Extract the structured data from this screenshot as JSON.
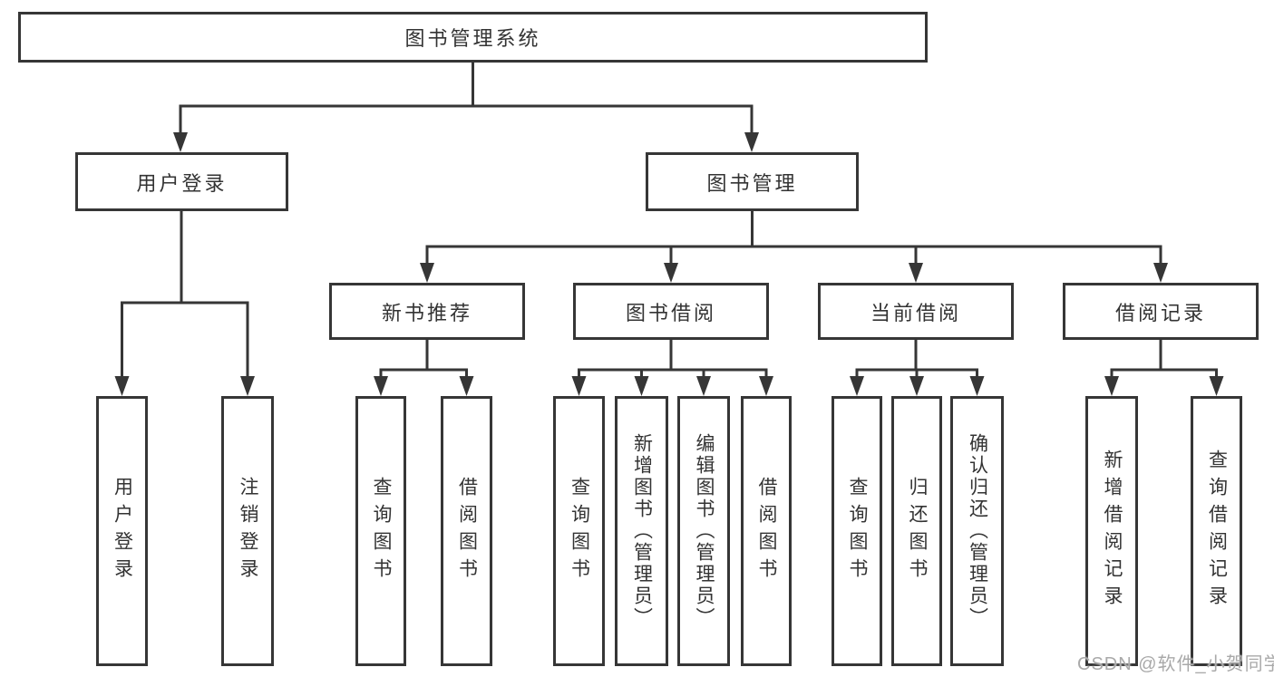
{
  "title": "图书管理系统",
  "level2": [
    {
      "id": "user-login",
      "label": "用户登录"
    },
    {
      "id": "book-management",
      "label": "图书管理"
    }
  ],
  "level3": [
    {
      "id": "new-book-recommend",
      "label": "新书推荐"
    },
    {
      "id": "book-borrow",
      "label": "图书借阅"
    },
    {
      "id": "current-borrow",
      "label": "当前借阅"
    },
    {
      "id": "borrow-records",
      "label": "借阅记录"
    }
  ],
  "leaves": [
    {
      "id": "user-login-leaf",
      "label": "用户登录",
      "parent": "user-login"
    },
    {
      "id": "logout",
      "label": "注销登录",
      "parent": "user-login"
    },
    {
      "id": "query-books-1",
      "label": "查询图书",
      "parent": "new-book-recommend"
    },
    {
      "id": "borrow-books-1",
      "label": "借阅图书",
      "parent": "new-book-recommend"
    },
    {
      "id": "query-books-2",
      "label": "查询图书",
      "parent": "book-borrow"
    },
    {
      "id": "add-book-admin",
      "label": "新增图书（管理员）",
      "parent": "book-borrow"
    },
    {
      "id": "edit-book-admin",
      "label": "编辑图书（管理员）",
      "parent": "book-borrow"
    },
    {
      "id": "borrow-books-2",
      "label": "借阅图书",
      "parent": "book-borrow"
    },
    {
      "id": "query-books-3",
      "label": "查询图书",
      "parent": "current-borrow"
    },
    {
      "id": "return-books",
      "label": "归还图书",
      "parent": "current-borrow"
    },
    {
      "id": "confirm-return-admin",
      "label": "确认归还（管理员）",
      "parent": "current-borrow"
    },
    {
      "id": "add-borrow-record",
      "label": "新增借阅记录",
      "parent": "borrow-records"
    },
    {
      "id": "query-borrow-record",
      "label": "查询借阅记录",
      "parent": "borrow-records"
    }
  ],
  "watermark": "CSDN @软件_小贺同学",
  "colors": {
    "line": "#363636",
    "text": "#333333",
    "watermark": "#a9a9a9",
    "background": "#ffffff"
  }
}
